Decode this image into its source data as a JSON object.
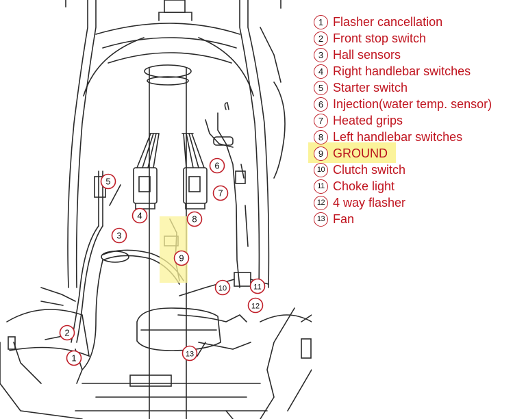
{
  "legend": [
    {
      "num": "1",
      "label": "Flasher cancellation"
    },
    {
      "num": "2",
      "label": "Front stop switch"
    },
    {
      "num": "3",
      "label": "Hall sensors"
    },
    {
      "num": "4",
      "label": "Right handlebar switches"
    },
    {
      "num": "5",
      "label": "Starter switch"
    },
    {
      "num": "6",
      "label": "Injection(water temp. sensor)"
    },
    {
      "num": "7",
      "label": "Heated grips"
    },
    {
      "num": "8",
      "label": "Left handlebar switches"
    },
    {
      "num": "9",
      "label": "GROUND",
      "highlighted": true
    },
    {
      "num": "10",
      "label": "Clutch switch"
    },
    {
      "num": "11",
      "label": "Choke light"
    },
    {
      "num": "12",
      "label": "4 way flasher"
    },
    {
      "num": "13",
      "label": "Fan"
    }
  ],
  "callouts": [
    {
      "num": "1",
      "item": "Flasher cancellation"
    },
    {
      "num": "2",
      "item": "Front stop switch"
    },
    {
      "num": "3",
      "item": "Hall sensors"
    },
    {
      "num": "4",
      "item": "Right handlebar switches"
    },
    {
      "num": "5",
      "item": "Starter switch"
    },
    {
      "num": "6",
      "item": "Injection(water temp. sensor)"
    },
    {
      "num": "7",
      "item": "Heated grips"
    },
    {
      "num": "8",
      "item": "Left handlebar switches"
    },
    {
      "num": "9",
      "item": "GROUND"
    },
    {
      "num": "10",
      "item": "Clutch switch"
    },
    {
      "num": "11",
      "item": "Choke light"
    },
    {
      "num": "12",
      "item": "4 way flasher"
    },
    {
      "num": "13",
      "item": "Fan"
    }
  ],
  "colors": {
    "callout_ring": "#c0202a",
    "legend_text": "#c0131e",
    "highlight": "#fbf39a",
    "line_art": "#2a2a2a"
  }
}
